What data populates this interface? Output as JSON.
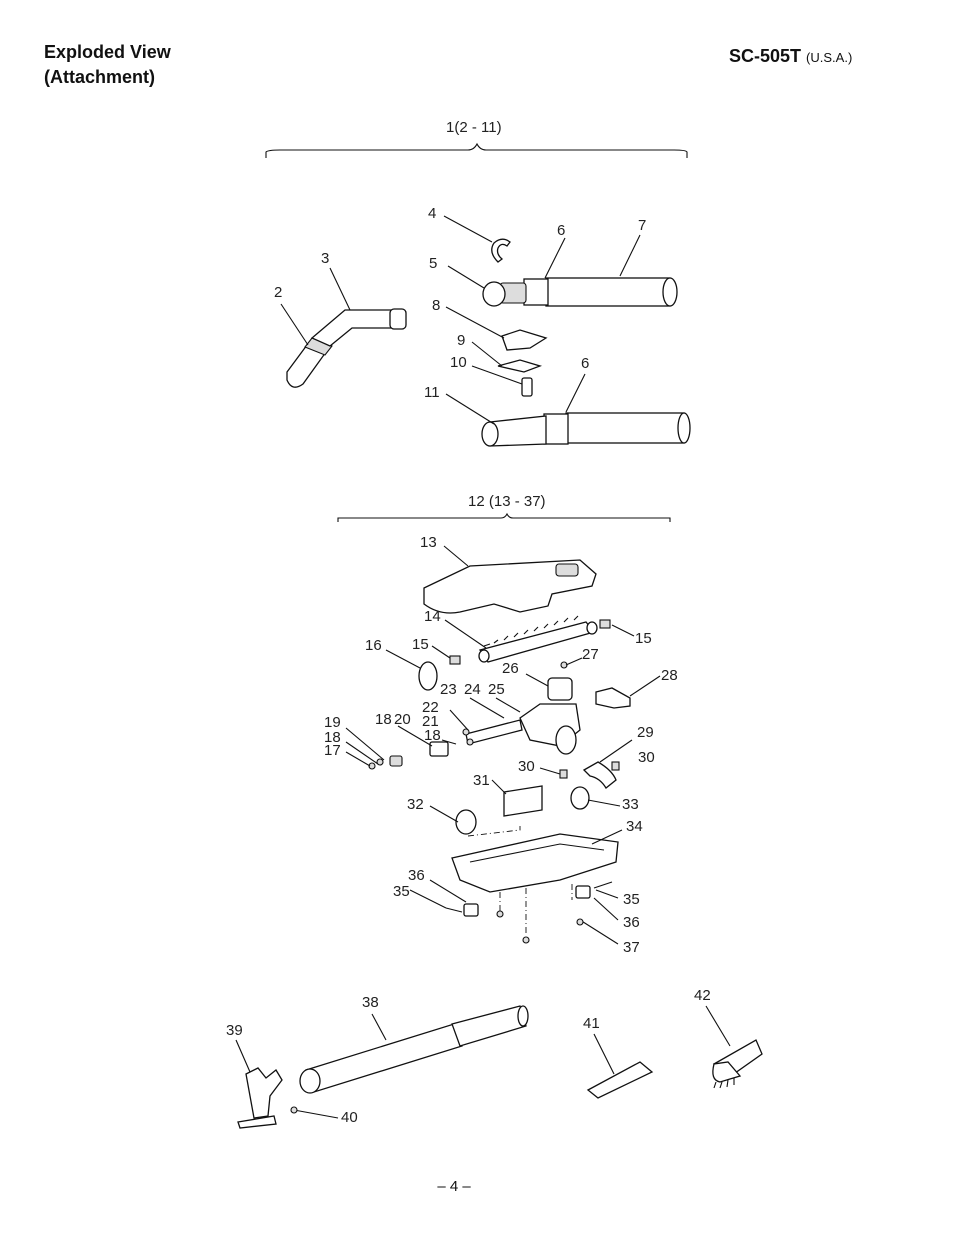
{
  "header": {
    "title_line1": "Exploded View",
    "title_line2": "(Attachment)",
    "model": "SC-505T",
    "region": "(U.S.A.)"
  },
  "groups": {
    "upper": "1(2 - 11)",
    "lower": "12 (13 - 37)"
  },
  "callouts": {
    "c2": "2",
    "c3": "3",
    "c4": "4",
    "c5": "5",
    "c6a": "6",
    "c6b": "6",
    "c7": "7",
    "c8": "8",
    "c9": "9",
    "c10": "10",
    "c11": "11",
    "c13": "13",
    "c14": "14",
    "c15a": "15",
    "c15b": "15",
    "c16": "16",
    "c17": "17",
    "c18a": "18",
    "c18b": "18",
    "c18c": "18",
    "c19": "19",
    "c20": "20",
    "c21": "21",
    "c22": "22",
    "c23": "23",
    "c24": "24",
    "c25": "25",
    "c26": "26",
    "c27": "27",
    "c28": "28",
    "c29": "29",
    "c30a": "30",
    "c30b": "30",
    "c31": "31",
    "c32": "32",
    "c33": "33",
    "c34": "34",
    "c35a": "35",
    "c35b": "35",
    "c36a": "36",
    "c36b": "36",
    "c37": "37",
    "c38": "38",
    "c39": "39",
    "c40": "40",
    "c41": "41",
    "c42": "42"
  },
  "footer": {
    "page": "– 4 –"
  }
}
